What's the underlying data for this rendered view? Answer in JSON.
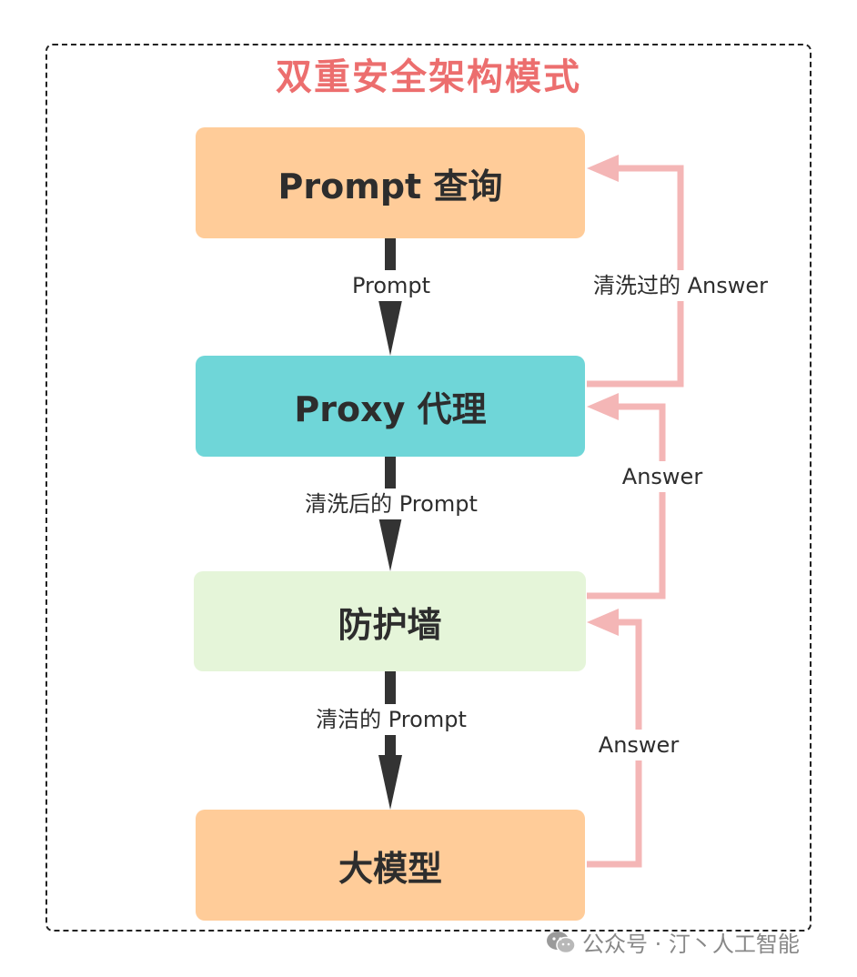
{
  "title": "双重安全架构模式",
  "boxes": {
    "prompt_query": "Prompt 查询",
    "proxy": "Proxy 代理",
    "firewall": "防护墙",
    "llm": "大模型"
  },
  "flow_labels": {
    "prompt": "Prompt",
    "cleaned_prompt": "清洗后的 Prompt",
    "clean_prompt": "清洁的 Prompt"
  },
  "return_labels": {
    "cleaned_answer": "清洗过的 Answer",
    "answer_proxy": "Answer",
    "answer_firewall": "Answer"
  },
  "watermark": {
    "icon": "wechat-icon",
    "text": "公众号 · 汀丶人工智能"
  },
  "colors": {
    "title": "#ec6e6e",
    "box_orange": "#ffcc99",
    "box_teal": "#6fd6d8",
    "box_green": "#e5f5d9",
    "forward_arrow": "#333333",
    "return_arrow": "#f4b6b6"
  }
}
